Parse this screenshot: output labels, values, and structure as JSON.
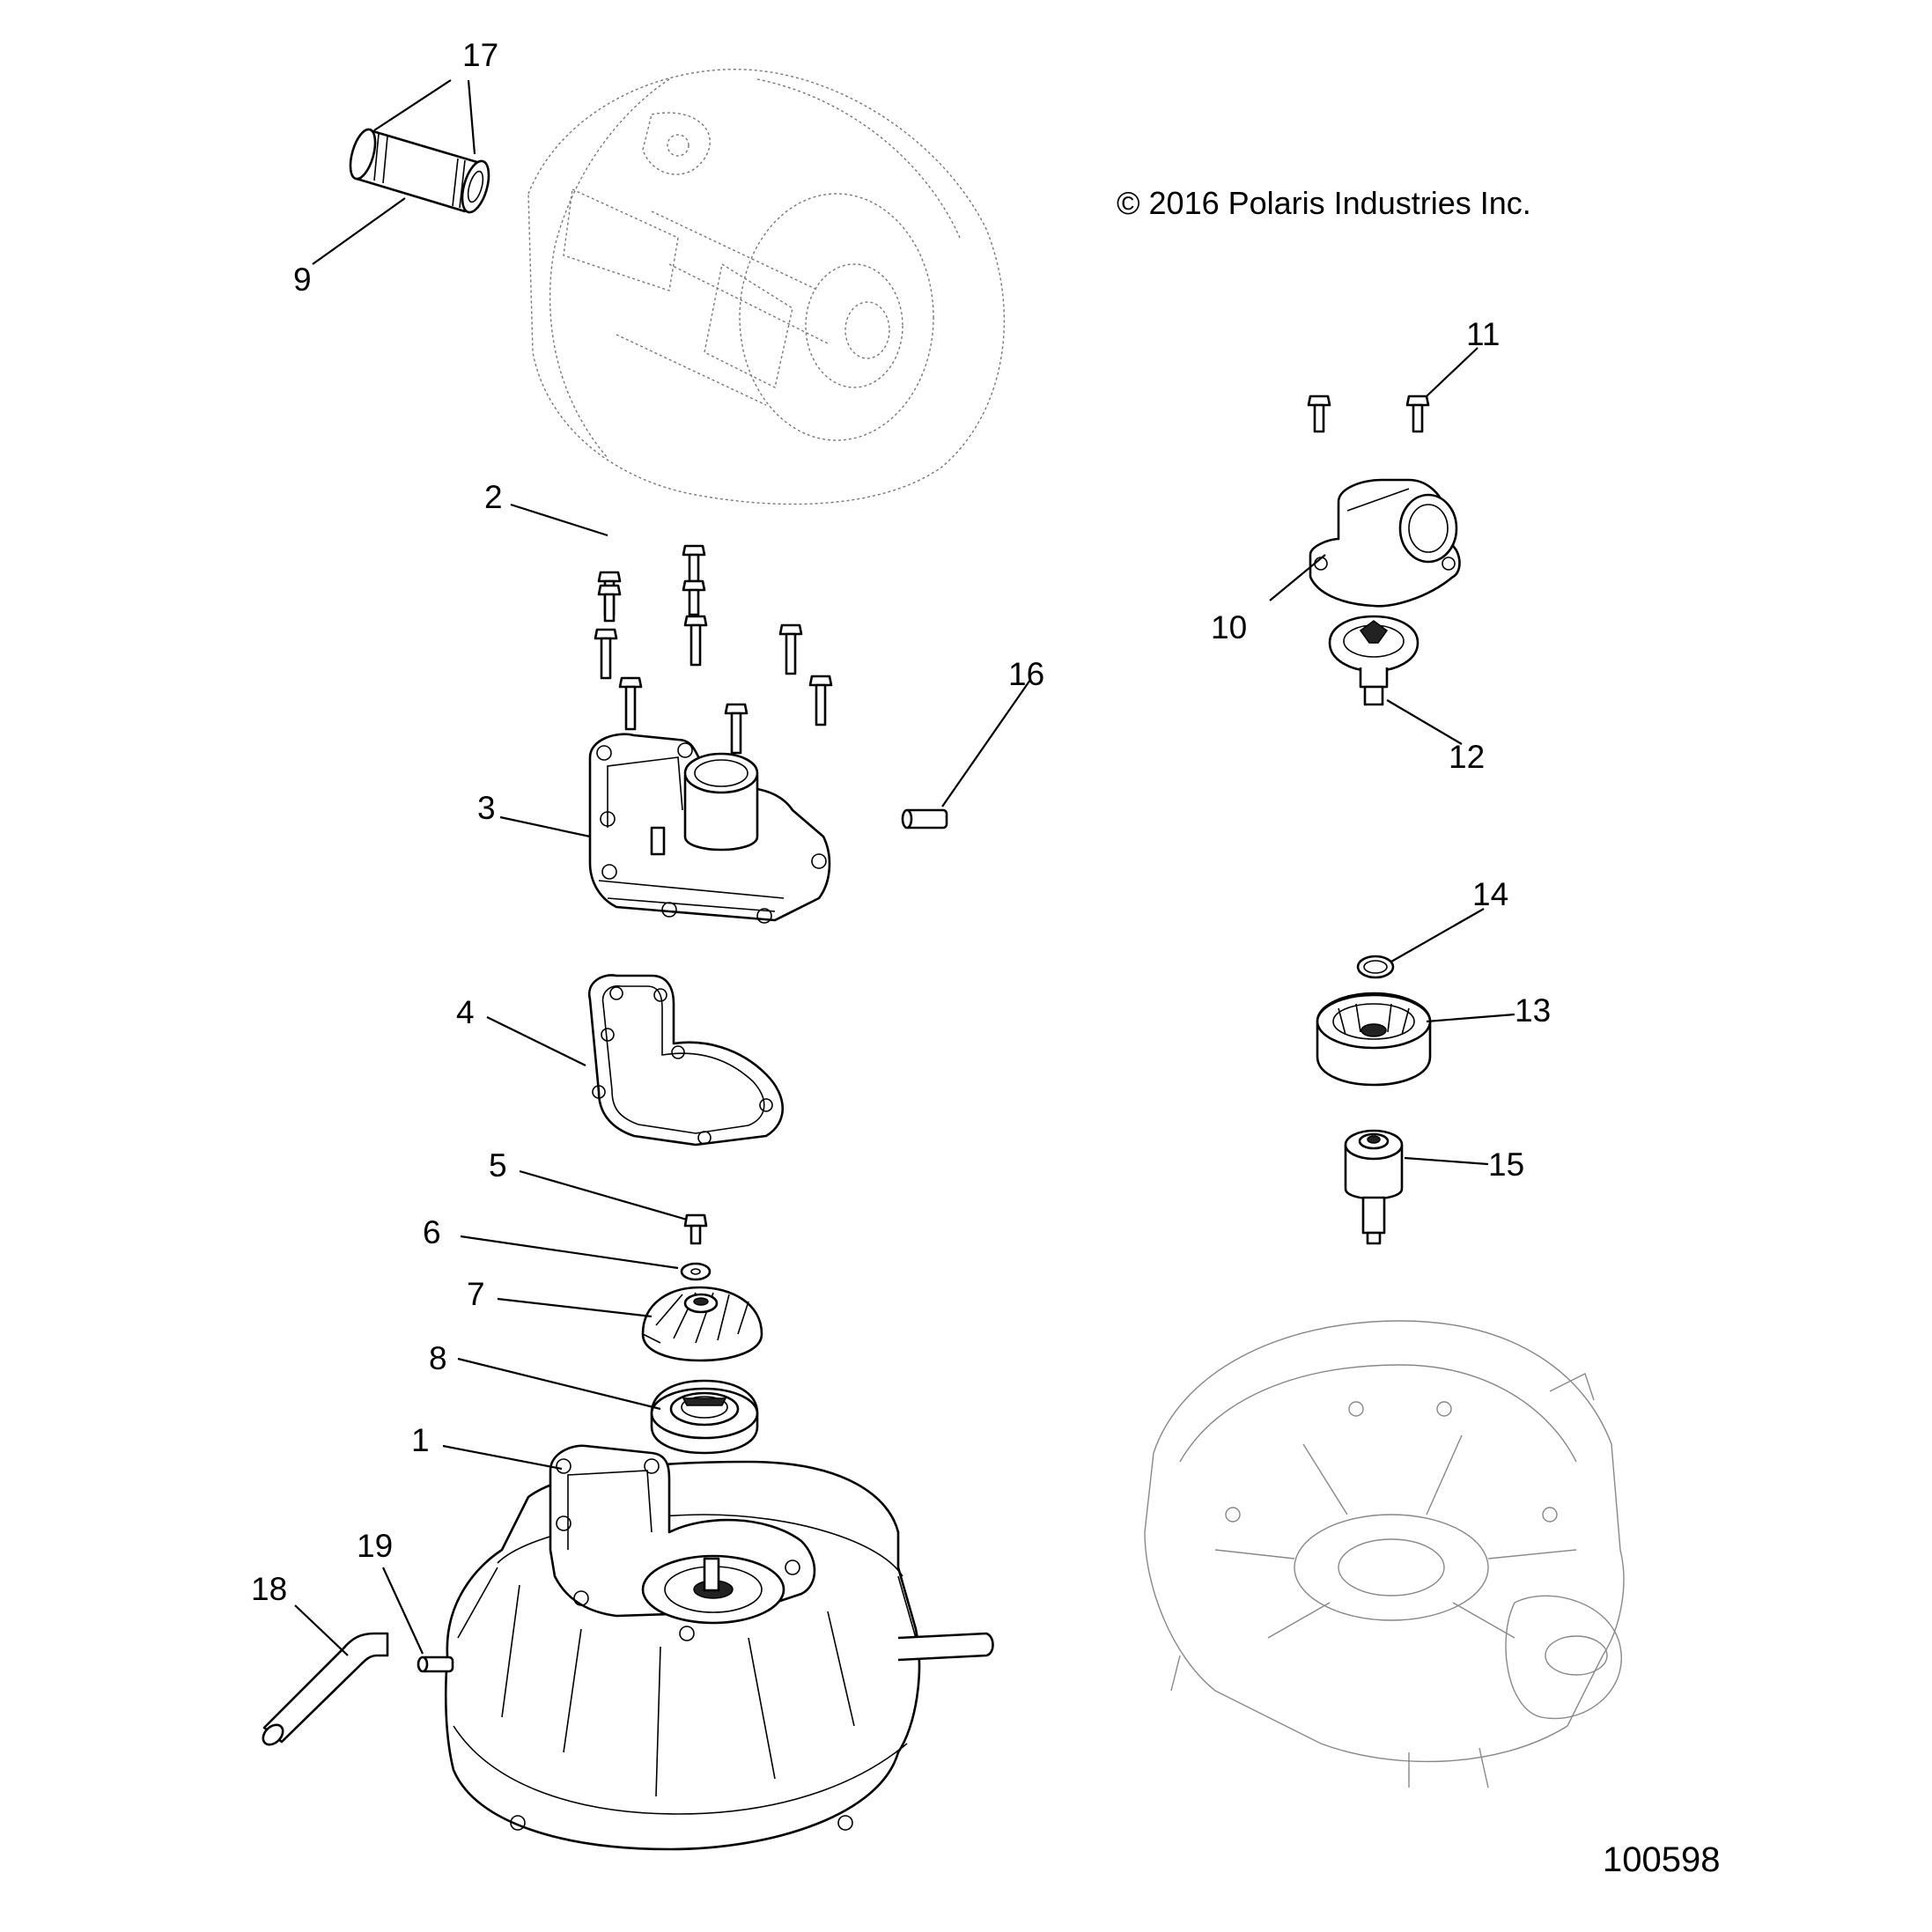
{
  "copyright": "© 2016 Polaris Industries Inc.",
  "figure_number": "100598",
  "callouts": {
    "c1": "1",
    "c2": "2",
    "c3": "3",
    "c4": "4",
    "c5": "5",
    "c6": "6",
    "c7": "7",
    "c8": "8",
    "c9": "9",
    "c10": "10",
    "c11": "11",
    "c12": "12",
    "c13": "13",
    "c14": "14",
    "c15": "15",
    "c16": "16",
    "c17": "17",
    "c18": "18",
    "c19": "19"
  }
}
